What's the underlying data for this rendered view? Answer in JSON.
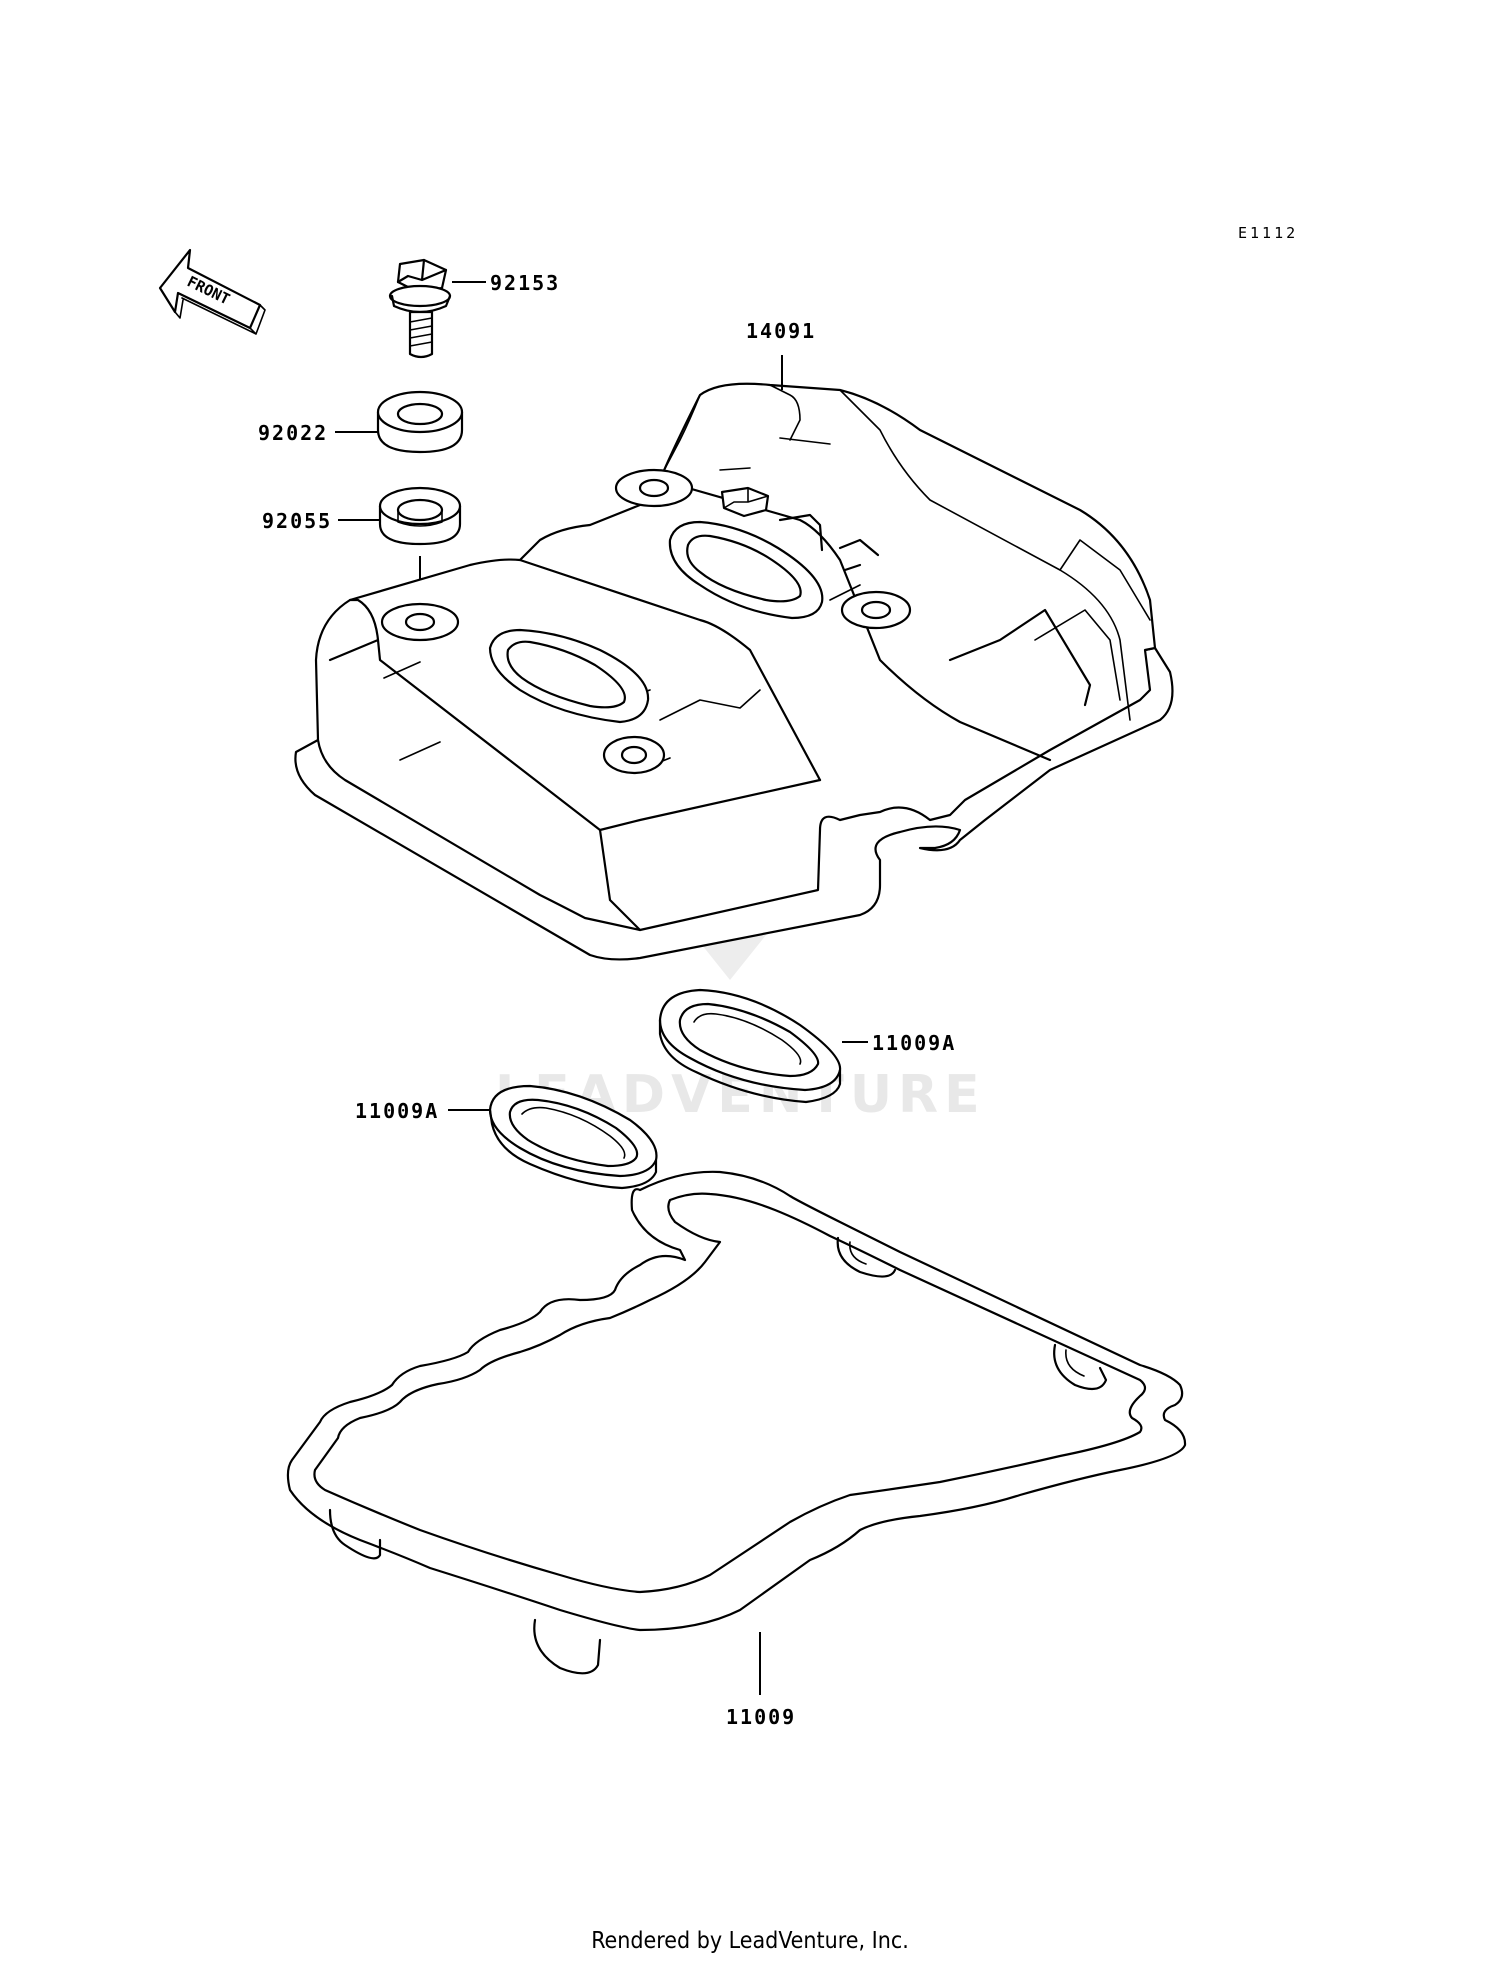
{
  "diagram": {
    "reference_code": "E1112",
    "direction_label": "FRONT",
    "parts": [
      {
        "number": "92153"
      },
      {
        "number": "92022"
      },
      {
        "number": "92055"
      },
      {
        "number": "14091"
      },
      {
        "number": "11009A"
      },
      {
        "number": "11009A"
      },
      {
        "number": "11009"
      }
    ]
  },
  "watermark": {
    "text": "LEADVENTURE"
  },
  "footer": {
    "text": "Rendered by LeadVenture, Inc."
  },
  "colors": {
    "line": "#000000",
    "background": "#ffffff",
    "watermark": "#e8e8e8"
  }
}
